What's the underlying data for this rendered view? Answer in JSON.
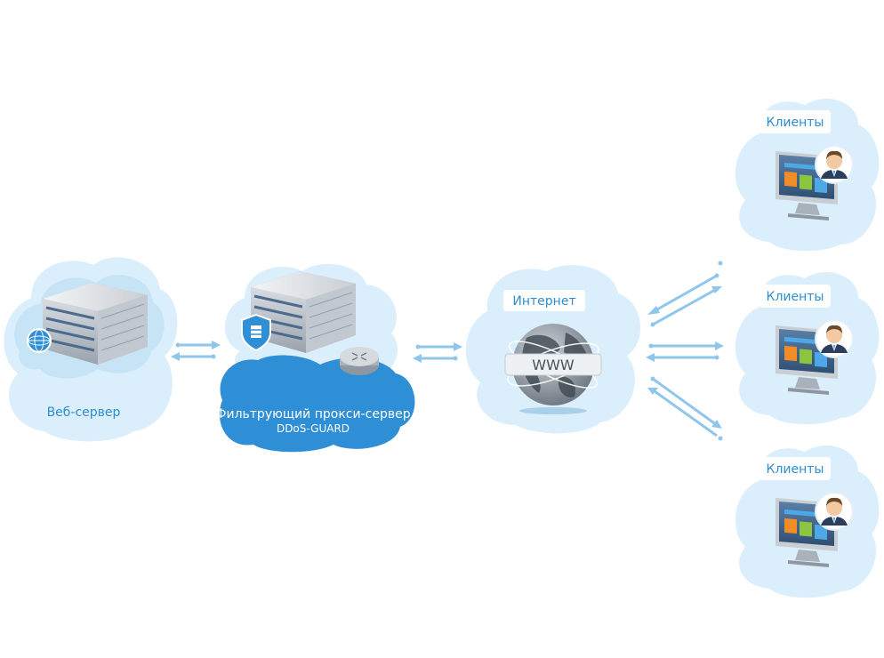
{
  "nodes": {
    "web_server": {
      "label": "Веб-сервер"
    },
    "proxy": {
      "label_line1": "Фильтрующий прокси-сервер",
      "label_line2": "DDoS-GUARD"
    },
    "internet": {
      "label": "Интернет",
      "globe_text": "WWW"
    },
    "clients": [
      {
        "label": "Клиенты"
      },
      {
        "label": "Клиенты"
      },
      {
        "label": "Клиенты"
      }
    ]
  },
  "colors": {
    "cloud_light": "#dbeefb",
    "cloud_mid": "#c7e4f7",
    "cloud_accent": "#2e8fd6",
    "arrow": "#8fc6ec",
    "label_text": "#2d8fcf"
  }
}
